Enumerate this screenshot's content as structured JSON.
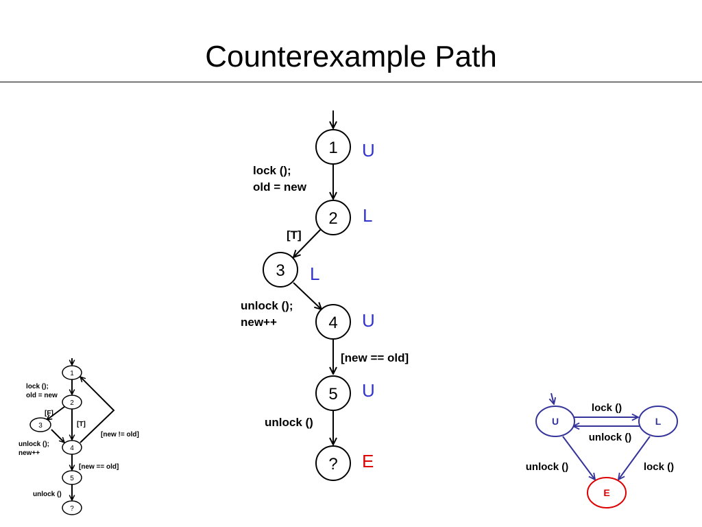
{
  "title": "Counterexample Path",
  "colors": {
    "state_blue": "#3333cc",
    "error_red": "#dd0000",
    "automaton_blue": "#333399"
  },
  "main_path": {
    "nodes": [
      "1",
      "2",
      "3",
      "4",
      "5",
      "?"
    ],
    "states": [
      "U",
      "L",
      "L",
      "U",
      "U",
      "E"
    ],
    "edges": {
      "e12_line1": "lock ();",
      "e12_line2": "old = new",
      "e23": "[T]",
      "e34_line1": "unlock ();",
      "e34_line2": "new++",
      "e45": "[new == old]",
      "e56": "unlock ()"
    }
  },
  "small_cfg": {
    "nodes": [
      "1",
      "2",
      "3",
      "4",
      "5",
      "?"
    ],
    "edges": {
      "e12_line1": "lock ();",
      "e12_line2": "old = new",
      "e23": "[F]",
      "e24": "[T]",
      "e34_line1": "unlock ();",
      "e34_line2": "new++",
      "e41": "[new != old]",
      "e45": "[new == old]",
      "e56": "unlock ()"
    }
  },
  "automaton": {
    "states": {
      "u": "U",
      "l": "L",
      "e": "E"
    },
    "edges": {
      "u_to_l": "lock ()",
      "l_to_u": "unlock ()",
      "u_to_e": "unlock ()",
      "l_to_e": "lock ()"
    }
  }
}
